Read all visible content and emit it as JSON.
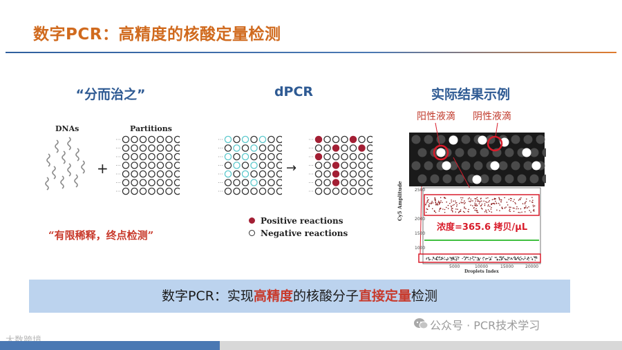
{
  "slide": {
    "title": "数字PCR：高精度的核酸定量检测",
    "columns": [
      {
        "heading": "“分而治之”"
      },
      {
        "heading": "dPCR"
      },
      {
        "heading": "实际结果示例"
      }
    ]
  },
  "left_panel": {
    "dnas_label": "DNAs",
    "partitions_label": "Partitions",
    "plus": "+",
    "slogan": "“有限稀释，终点检测”"
  },
  "middle_panel": {
    "arrow": "→",
    "legend": {
      "positive": "Positive reactions",
      "negative": "Negative reactions"
    }
  },
  "right_panel": {
    "positive_annotation": "阳性液滴",
    "negative_annotation": "阴性液滴",
    "concentration_text": "浓度=365.6 拷贝/μL",
    "plot": {
      "ylabel": "Cy5 Amplitude",
      "xlabel": "Droplets Index",
      "y_ticks": [
        "2500",
        "2000",
        "1500",
        "1000"
      ],
      "x_ticks": [
        "5000",
        "10000",
        "15000",
        "20000"
      ]
    }
  },
  "banner": {
    "part1": "数字PCR：实现",
    "highlight1": "高精度",
    "part2": "的核酸分子",
    "highlight2": "直接定量",
    "part3": "检测"
  },
  "watermark": "公众号 · PCR技术学习",
  "corner_logo": "大数跨境",
  "colors": {
    "title": "#d06a1e",
    "heading": "#2e5a93",
    "highlight": "#c8392b",
    "positive": "#a31f34",
    "cyan": "#5bc8cc",
    "banner_bg": "#bcd3ee",
    "green_line": "#3fbf3f"
  }
}
